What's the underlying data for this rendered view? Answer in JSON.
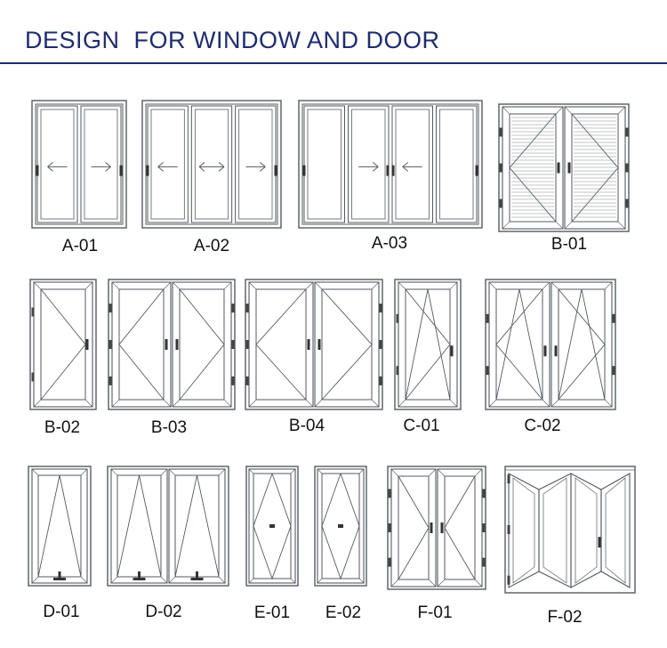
{
  "header": {
    "title": "DESIGN  FOR WINDOW AND DOOR"
  },
  "items": [
    {
      "code": "A-01",
      "type": "slide",
      "panes": 2,
      "arrows": [
        "l",
        "r"
      ]
    },
    {
      "code": "A-02",
      "type": "slide",
      "panes": 3,
      "arrows": [
        "l",
        "lr",
        "r"
      ]
    },
    {
      "code": "A-03",
      "type": "slide",
      "panes": 4,
      "arrows": [
        "",
        "r",
        "l",
        ""
      ]
    },
    {
      "code": "B-01",
      "type": "casement",
      "panes": 2,
      "variant": "louver"
    },
    {
      "code": "B-02",
      "type": "casement",
      "panes": 1
    },
    {
      "code": "B-03",
      "type": "casement",
      "panes": 2
    },
    {
      "code": "B-04",
      "type": "casement",
      "panes": 2
    },
    {
      "code": "C-01",
      "type": "tilt-turn",
      "panes": 1
    },
    {
      "code": "C-02",
      "type": "tilt-turn",
      "panes": 2
    },
    {
      "code": "D-01",
      "type": "awning",
      "panes": 1
    },
    {
      "code": "D-02",
      "type": "awning",
      "panes": 2
    },
    {
      "code": "E-01",
      "type": "pivot",
      "panes": 1
    },
    {
      "code": "E-02",
      "type": "pivot",
      "panes": 1
    },
    {
      "code": "F-01",
      "type": "casement",
      "panes": 2
    },
    {
      "code": "F-02",
      "type": "folding",
      "panes": 4
    }
  ]
}
